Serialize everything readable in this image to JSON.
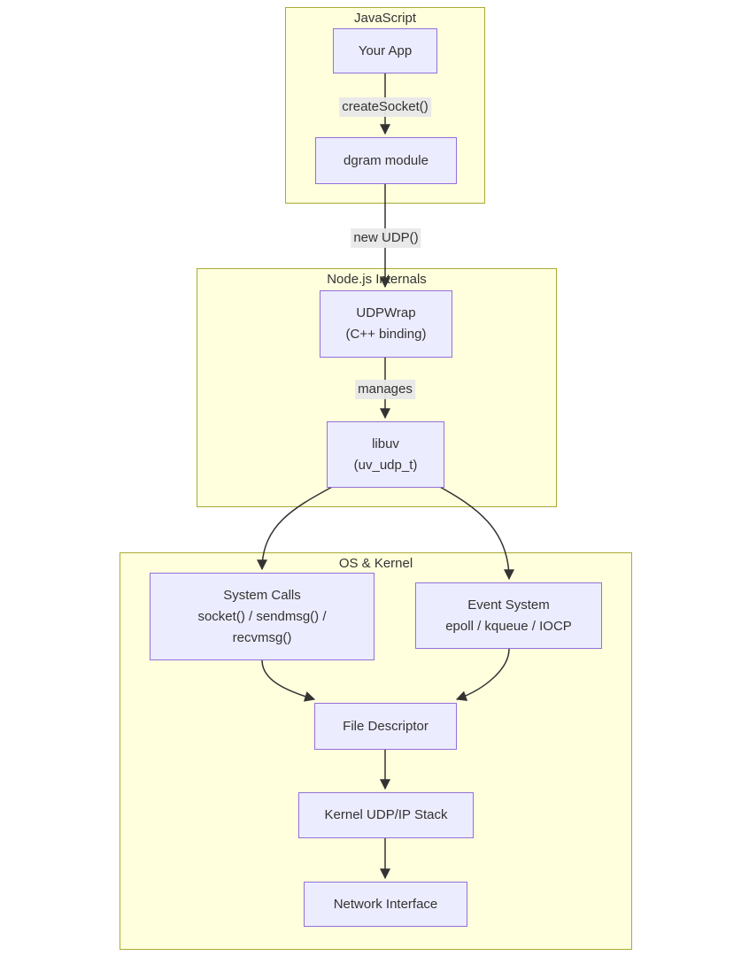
{
  "diagram": {
    "containers": {
      "javascript": {
        "title": "JavaScript"
      },
      "node_internals": {
        "title": "Node.js Internals"
      },
      "os_kernel": {
        "title": "OS & Kernel"
      }
    },
    "nodes": {
      "your_app": {
        "lines": [
          "Your App"
        ]
      },
      "dgram": {
        "lines": [
          "dgram module"
        ]
      },
      "udpwrap": {
        "lines": [
          "UDPWrap",
          "(C++ binding)"
        ]
      },
      "libuv": {
        "lines": [
          "libuv",
          "(uv_udp_t)"
        ]
      },
      "system_calls": {
        "lines": [
          "System Calls",
          "socket() / sendmsg() /",
          "recvmsg()"
        ]
      },
      "event_system": {
        "lines": [
          "Event System",
          "epoll / kqueue / IOCP"
        ]
      },
      "file_descriptor": {
        "lines": [
          "File Descriptor"
        ]
      },
      "kernel_stack": {
        "lines": [
          "Kernel UDP/IP Stack"
        ]
      },
      "network_interface": {
        "lines": [
          "Network Interface"
        ]
      }
    },
    "edge_labels": {
      "create_socket": "createSocket()",
      "new_udp": "new UDP()",
      "manages": "manages"
    },
    "colors": {
      "container_fill": "#ffffde",
      "container_border": "#aaaa33",
      "node_fill": "#ececff",
      "node_border": "#9370db",
      "edge_color": "#333333",
      "edge_label_bg": "#e8e8e8",
      "text": "#333333",
      "page_bg": "#ffffff"
    }
  }
}
